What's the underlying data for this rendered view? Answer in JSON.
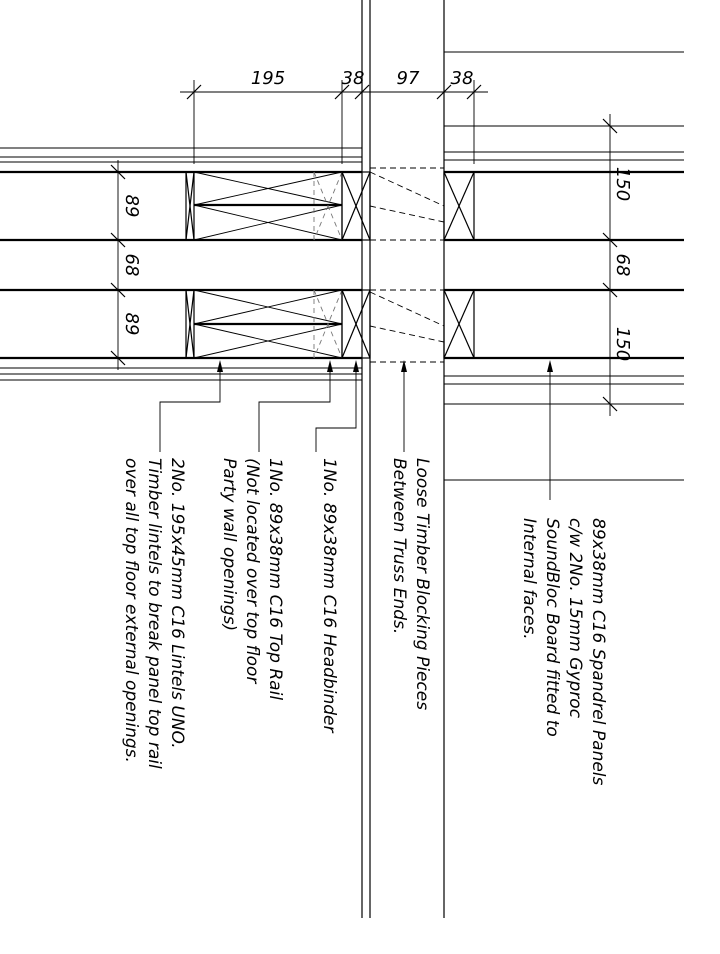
{
  "dimensions": {
    "top": [
      "195",
      "38",
      "97",
      "38"
    ],
    "left": [
      "89",
      "68",
      "89"
    ],
    "right": [
      "150",
      "68",
      "150"
    ]
  },
  "notes": {
    "spandrel": [
      "89x38mm C16 Spandrel Panels",
      "c/w 2No. 15mm Gyproc",
      "SoundBloc Board fitted to",
      "Internal faces."
    ],
    "blocking": [
      "Loose Timber Blocking Pieces",
      "Between Truss Ends."
    ],
    "headbinder": [
      "1No. 89x38mm C16 Headbinder"
    ],
    "toprail": [
      "1No. 89x38mm C16 Top Rail",
      "(Not located over top floor",
      "Party wall openings)"
    ],
    "lintels": [
      "2No. 195x45mm C16 Lintels UNO.",
      "Timber lintels to break panel top rail",
      "over all top floor external openings."
    ]
  }
}
